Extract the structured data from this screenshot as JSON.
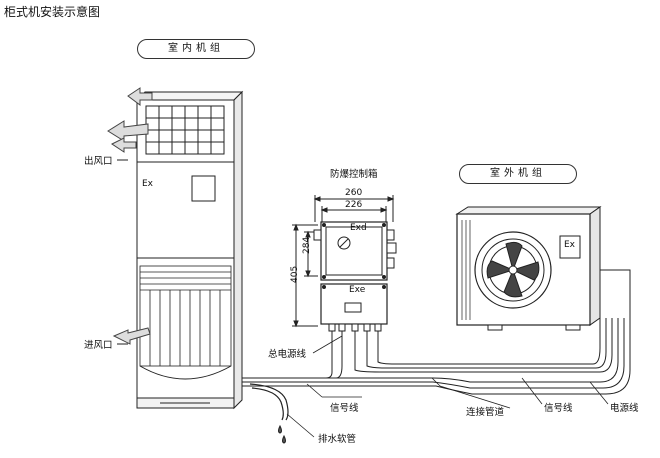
{
  "title": "柜式机安装示意图",
  "indoor_unit": {
    "label": "室内机组",
    "ex_mark": "Ex",
    "outlet_label": "出风口",
    "inlet_label": "进风口"
  },
  "control_box": {
    "label": "防爆控制箱",
    "width_outer": "260",
    "width_inner": "226",
    "height_inner": "284",
    "height_outer": "405",
    "upper_mark": "Exd",
    "lower_mark": "Exe"
  },
  "outdoor_unit": {
    "label": "室外机组",
    "ex_mark": "Ex"
  },
  "callouts": {
    "main_power": "总电源线",
    "signal_left": "信号线",
    "drain": "排水软管",
    "pipe": "连接管道",
    "signal_right": "信号线",
    "power": "电源线"
  }
}
